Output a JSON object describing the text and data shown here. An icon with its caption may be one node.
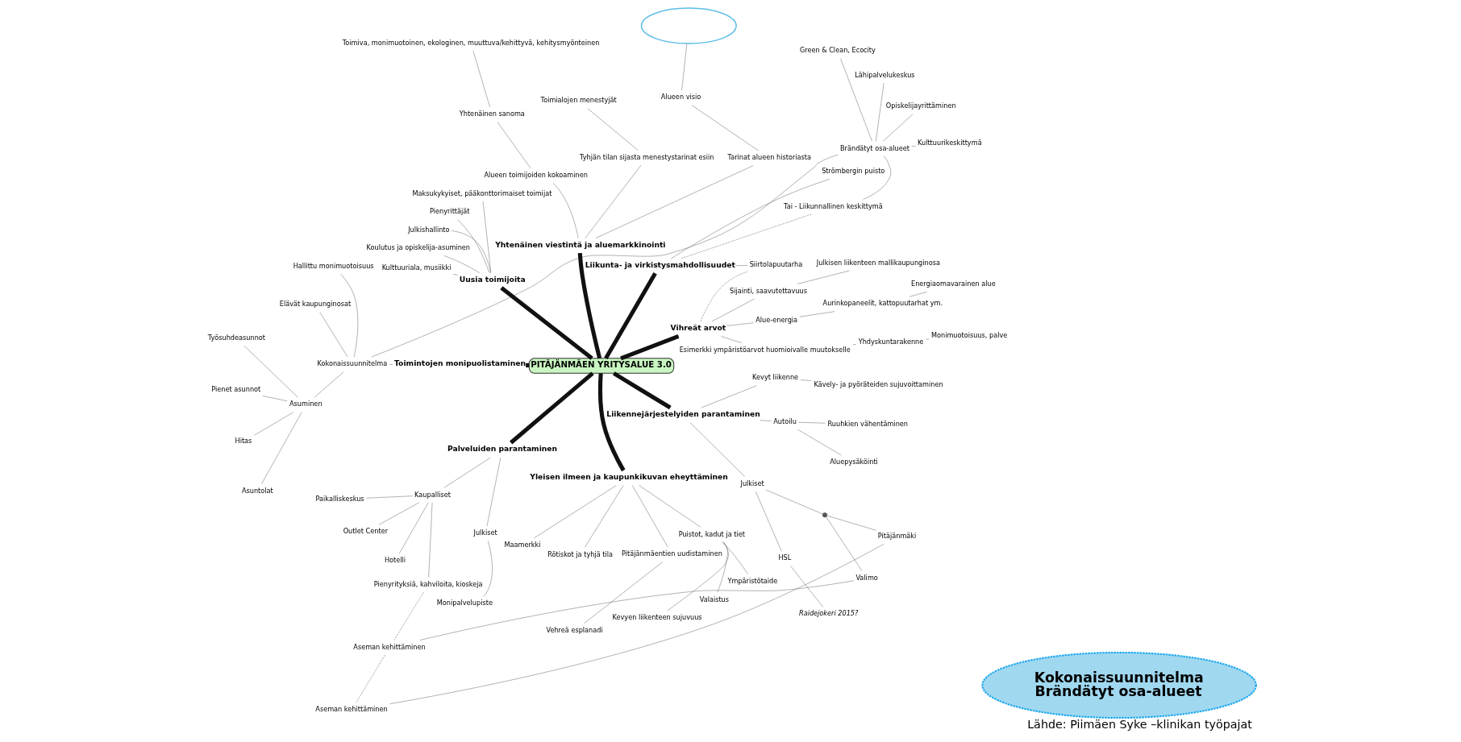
{
  "diagram": {
    "caption": "Lähde: Piimäen Syke –klinikan työpajat",
    "nodes": [
      {
        "text": [],
        "shape": "cloud"
      },
      {
        "text": [
          "Monimuotoisuus, palve"
        ]
      },
      {
        "text": [
          "Yhdyskuntarakenne"
        ]
      },
      {
        "text": [
          "Energiaomavarainen alue"
        ]
      },
      {
        "text": [
          "Aurinkopaneelit, kattopuutarhat ym."
        ]
      },
      {
        "text": [
          "Esimerkki ympäristöarvot huomioivalle muutokselle"
        ]
      },
      {
        "text": [
          "Julkisen liikenteen mallikaupunginosa"
        ]
      },
      {
        "text": [
          "Alueen visio"
        ]
      },
      {
        "text": [
          "Kulttuurikeskittymä"
        ]
      },
      {
        "text": [
          "Alue-energia"
        ]
      },
      {
        "text": [
          "Sijainti, saavutettavuus"
        ]
      },
      {
        "text": [
          "Opiskelijayrittäminen"
        ]
      },
      {
        "text": [
          "Tai - Liikunnallinen keskittymä"
        ]
      },
      {
        "text": [
          "Toimialojen menestyjät"
        ]
      },
      {
        "text": [
          "Tarinat alueen historiasta"
        ]
      },
      {
        "text": [
          "Tyhjän tilan sijasta menestystarinat esiin"
        ]
      },
      {
        "text": [
          "Lähipalvelukeskus"
        ]
      },
      {
        "text": [
          "Siirtolapuutarha"
        ]
      },
      {
        "text": [
          "Brändätyt osa-alueet"
        ]
      },
      {
        "text": [
          "Green & Clean, Ecocity"
        ]
      },
      {
        "text": [
          "Strömbergin puisto"
        ]
      },
      {
        "text": [
          "Vihreät arvot"
        ]
      },
      {
        "text": [
          "Alueen toimijoiden kokoaminen"
        ]
      },
      {
        "text": [
          "Yhtenäinen sanoma"
        ]
      },
      {
        "text": [
          "Toimiva, monimuotoinen, ekologinen, muuttuva/kehittyvä, kehitysmyönteinen"
        ]
      },
      {
        "text": [
          "Liikunta- ja virkistysmahdollisuudet"
        ]
      },
      {
        "text": [
          "Yhtenäinen viestintä ja aluemarkkinointi"
        ]
      },
      {
        "text": [
          "Hallittu monimuotoisuus"
        ]
      },
      {
        "text": [
          "Maksukykyiset, pääkonttorimaiset toimijat"
        ]
      },
      {
        "text": [
          "Pienyrittäjät"
        ]
      },
      {
        "text": [
          "Kokonaissuunnitelma"
        ]
      },
      {
        "text": [
          "PITÄJÄNMÄEN YRITYSALUE 3.0"
        ]
      },
      {
        "text": [
          "Uusia toimijoita"
        ]
      },
      {
        "text": [
          "Julkishallinto"
        ]
      },
      {
        "text": [
          "Toimintojen monipuolistaminen"
        ]
      },
      {
        "text": [
          "Koulutus ja opiskelija-asuminen"
        ]
      },
      {
        "text": [
          "Kulttuuriala, musiikki"
        ]
      },
      {
        "text": [
          "Elävät kaupunginosat"
        ]
      },
      {
        "text": [
          "Työsuhdeasunnot"
        ]
      },
      {
        "text": [
          "Asuminen"
        ]
      },
      {
        "text": [
          "Palveluiden parantaminen"
        ]
      },
      {
        "text": [
          "Yleisen ilmeen ja kaupunkikuvan eheyttäminen"
        ]
      },
      {
        "text": [
          "Maamerkki"
        ]
      },
      {
        "text": [
          "Pienet asunnot"
        ]
      },
      {
        "text": [
          "Hitas"
        ]
      },
      {
        "text": [
          "Paikalliskeskus"
        ]
      },
      {
        "text": [
          "Kaupalliset"
        ]
      },
      {
        "text": [
          "Julkiset"
        ]
      },
      {
        "text": [
          "Liikennejärjestelyiden parantaminen"
        ]
      },
      {
        "text": [
          "Rötiskot ja tyhjä tila"
        ]
      },
      {
        "text": [
          "Asuntolat"
        ]
      },
      {
        "text": [
          "Pitäjänmäentien uudistaminen"
        ]
      },
      {
        "text": [
          "Puistot, kadut ja tiet"
        ]
      },
      {
        "text": [
          "Monipalvelupiste"
        ]
      },
      {
        "text": [
          "Outlet Center"
        ]
      },
      {
        "text": [
          "Hotelli"
        ]
      },
      {
        "text": [
          "Kevyen liikenteen sujuvuus"
        ]
      },
      {
        "text": [
          "Vehreä esplanadi"
        ]
      },
      {
        "text": [
          "Valaistus"
        ]
      },
      {
        "text": [
          "Julkiset"
        ]
      },
      {
        "text": [
          "Autoilu"
        ]
      },
      {
        "text": [
          "Kevyt liikenne"
        ]
      },
      {
        "text": [
          "Pienyrityksiä, kahviloita, kioskeja"
        ]
      },
      {
        "text": [
          "Ympäristötaide"
        ]
      },
      {
        "text": [
          "HSL"
        ]
      },
      {
        "text": [],
        "shape": "circle"
      },
      {
        "text": [
          "Raidejokeri 2015?"
        ]
      },
      {
        "text": [
          "Kävely- ja pyöräteiden sujuvoittaminen"
        ]
      },
      {
        "text": [
          "Valimo"
        ]
      },
      {
        "text": [
          "Pitäjänmäki"
        ]
      },
      {
        "text": [
          "Aluepysäköinti"
        ]
      },
      {
        "text": [
          "Ruuhkien vähentäminen"
        ]
      },
      {
        "text": [
          "Aseman kehittäminen"
        ]
      },
      {
        "text": [
          "Aseman kehittäminen"
        ]
      },
      {
        "text": [
          "Kokonaissuunnitelma",
          "Brändätyt osa-alueet"
        ]
      }
    ],
    "edges": [
      {
        "from": 31,
        "to": 21,
        "arrow": "none",
        "style": "thick"
      },
      {
        "from": 31,
        "to": 25,
        "arrow": "none",
        "style": "thick"
      },
      {
        "from": 31,
        "to": 34,
        "arrow": "none",
        "style": "thick"
      },
      {
        "from": 31,
        "to": 26,
        "arrow": "none",
        "style": "thick"
      },
      {
        "from": 31,
        "to": 32,
        "arrow": "none",
        "style": "thick"
      },
      {
        "from": 31,
        "to": 41,
        "arrow": "none",
        "style": "thick"
      },
      {
        "from": 31,
        "to": 48,
        "arrow": "none",
        "style": "thick"
      },
      {
        "from": 31,
        "to": 40,
        "arrow": "none",
        "style": "thick"
      },
      {
        "from": 21,
        "to": 9,
        "arrow": "none"
      },
      {
        "from": 21,
        "to": 5,
        "arrow": "none"
      },
      {
        "from": 21,
        "to": 10,
        "arrow": "none"
      },
      {
        "from": 21,
        "to": 17,
        "arrow": "none",
        "style": "dashed"
      },
      {
        "from": 9,
        "to": 4,
        "arrow": "none"
      },
      {
        "from": 4,
        "to": 3,
        "arrow": "none"
      },
      {
        "from": 5,
        "to": 2,
        "arrow": "none"
      },
      {
        "from": 2,
        "to": 1,
        "arrow": "none"
      },
      {
        "from": 10,
        "to": 6,
        "arrow": "none"
      },
      {
        "from": 26,
        "to": 14,
        "arrow": "none"
      },
      {
        "from": 26,
        "to": 15,
        "arrow": "none"
      },
      {
        "from": 26,
        "to": 22,
        "arrow": "none"
      },
      {
        "from": 14,
        "to": 7,
        "arrow": "none"
      },
      {
        "from": 7,
        "to": 0,
        "arrow": "none"
      },
      {
        "from": 15,
        "to": 13,
        "arrow": "none"
      },
      {
        "from": 22,
        "to": 23,
        "arrow": "none"
      },
      {
        "from": 23,
        "to": 24,
        "arrow": "none"
      },
      {
        "from": 32,
        "to": 28,
        "arrow": "none"
      },
      {
        "from": 32,
        "to": 29,
        "arrow": "none"
      },
      {
        "from": 32,
        "to": 33,
        "arrow": "none"
      },
      {
        "from": 32,
        "to": 35,
        "arrow": "none"
      },
      {
        "from": 32,
        "to": 36,
        "arrow": "none"
      },
      {
        "from": 41,
        "to": 42,
        "arrow": "none"
      },
      {
        "from": 41,
        "to": 49,
        "arrow": "none"
      },
      {
        "from": 41,
        "to": 51,
        "arrow": "none"
      },
      {
        "from": 41,
        "to": 52,
        "arrow": "none"
      },
      {
        "from": 51,
        "to": 57,
        "arrow": "none"
      },
      {
        "from": 52,
        "to": 56,
        "arrow": "none"
      },
      {
        "from": 52,
        "to": 58,
        "arrow": "none"
      },
      {
        "from": 52,
        "to": 63,
        "arrow": "none"
      },
      {
        "from": 48,
        "to": 59,
        "arrow": "none"
      },
      {
        "from": 48,
        "to": 60,
        "arrow": "none"
      },
      {
        "from": 48,
        "to": 61,
        "arrow": "none"
      },
      {
        "from": 59,
        "to": 65,
        "arrow": "none"
      },
      {
        "from": 59,
        "to": 64,
        "arrow": "none"
      },
      {
        "from": 64,
        "to": 66,
        "arrow": "none"
      },
      {
        "from": 65,
        "to": 68,
        "arrow": "none"
      },
      {
        "from": 65,
        "to": 69,
        "arrow": "none"
      },
      {
        "from": 68,
        "to": 72,
        "arrow": "none"
      },
      {
        "from": 69,
        "to": 73,
        "arrow": "none"
      },
      {
        "from": 72,
        "to": 73,
        "arrow": "none",
        "style": "dashed"
      },
      {
        "from": 60,
        "to": 70,
        "arrow": "none"
      },
      {
        "from": 60,
        "to": 71,
        "arrow": "none"
      },
      {
        "from": 61,
        "to": 67,
        "arrow": "none"
      },
      {
        "from": 40,
        "to": 46,
        "arrow": "none"
      },
      {
        "from": 40,
        "to": 47,
        "arrow": "none"
      },
      {
        "from": 46,
        "to": 45,
        "arrow": "none"
      },
      {
        "from": 46,
        "to": 54,
        "arrow": "none"
      },
      {
        "from": 46,
        "to": 55,
        "arrow": "none"
      },
      {
        "from": 46,
        "to": 62,
        "arrow": "none"
      },
      {
        "from": 47,
        "to": 53,
        "arrow": "none"
      },
      {
        "from": 62,
        "to": 72,
        "arrow": "none",
        "style": "dashed"
      },
      {
        "from": 25,
        "to": 17,
        "arrow": "none"
      },
      {
        "from": 25,
        "to": 20,
        "arrow": "none"
      },
      {
        "from": 25,
        "to": 12,
        "arrow": "none",
        "style": "dashed"
      },
      {
        "from": 34,
        "to": 30,
        "arrow": "none"
      },
      {
        "from": 30,
        "to": 18,
        "arrow": "none"
      },
      {
        "from": 30,
        "to": 27,
        "arrow": "none"
      },
      {
        "from": 30,
        "to": 39,
        "arrow": "none"
      },
      {
        "from": 30,
        "to": 37,
        "arrow": "none"
      },
      {
        "from": 18,
        "to": 16,
        "arrow": "none"
      },
      {
        "from": 18,
        "to": 11,
        "arrow": "none"
      },
      {
        "from": 18,
        "to": 8,
        "arrow": "none"
      },
      {
        "from": 18,
        "to": 12,
        "arrow": "none"
      },
      {
        "from": 18,
        "to": 19,
        "arrow": "none"
      },
      {
        "from": 39,
        "to": 38,
        "arrow": "none"
      },
      {
        "from": 39,
        "to": 43,
        "arrow": "none"
      },
      {
        "from": 39,
        "to": 50,
        "arrow": "none"
      },
      {
        "from": 39,
        "to": 44,
        "arrow": "none"
      }
    ]
  }
}
